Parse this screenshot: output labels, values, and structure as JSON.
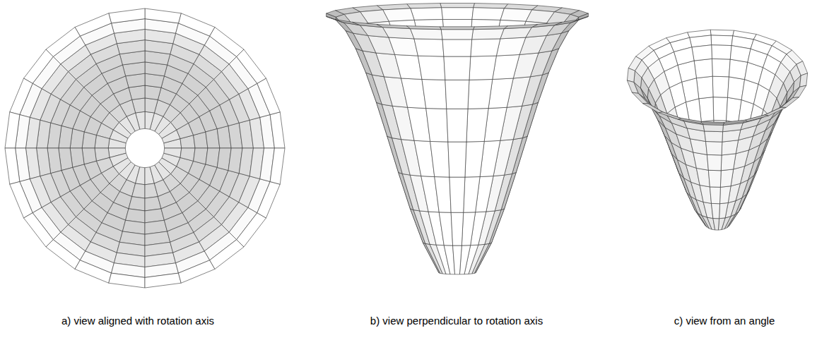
{
  "diagram": {
    "labels": [
      "a) view aligned with rotation axis",
      "b) view perpendicular to rotation axis",
      "c) view from an angle"
    ]
  }
}
